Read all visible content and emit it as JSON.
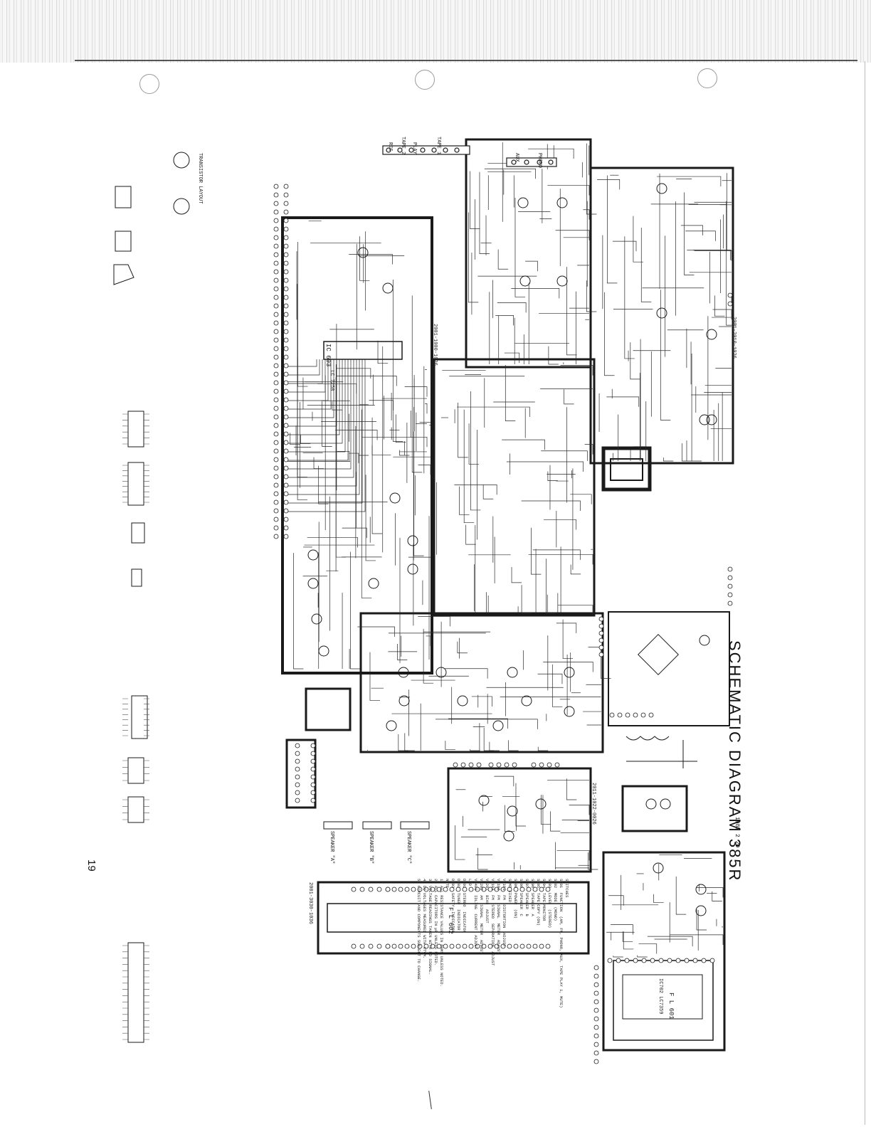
{
  "page": {
    "title": "SCHEMATIC  DIAGRAM  385R",
    "date_code": "1982  2  20",
    "page_number": "19"
  },
  "labels": {
    "tape2": "TAPE 2",
    "tape1": "TAPE 1",
    "rec": "REC",
    "play": "PLAY",
    "aux": "AUX",
    "phono": "PHONO",
    "ic603": "IC 603",
    "ic603_part": "LC 7258",
    "fl602": "F L 602",
    "fl601": "F L 601",
    "ic702": "IC702   LC7359",
    "speaker_a": "SPEAKER \"A\"",
    "speaker_b": "SPEAKER \"B\"",
    "speaker_c": "SPEAKER \"C\"",
    "transistor_layout": "TRANSISTOR LAYOUT",
    "pcb_main": "2001-1000-1026",
    "pcb_sub": "2001-2010-1026",
    "pcb_display": "2001-3030-1036",
    "pcb_power": "2011-1022-0026"
  },
  "notes": {
    "switches_heading": "SWITCHES",
    "switches": "S601  FUNCTION  (AM, FM, PHONO, AUX, TAPE PLAY 1, MUTE)\nS602  MODE  (MONO)\nS603  LEVEL  (STEREO)\nS604  TAPE MONITOR\nS605  TAPE COPY (ON)\nS606  SPEAKER  A\nS607  SPEAKER  B\nS608  SPEAKER  C\nS609  POWER  (ON)",
    "adjust_heading": "SEMI FIXED",
    "adjust": "VR101  FM  DISTORTION  ADJUST\nVR102  FM  SIGNAL  METER  ADJUST\nVR103  FM  STEREO  SEPARATION  ADJUST\nVR201  BIAS  ADJUST\nVR202  AM  SIGNAL  METER  ADJUST\nVR401  IDLING  CURRENT  ADJUST",
    "led_heading": "LED",
    "led": "D401  STEREO  INDICATOR\nD402  TUNED  INDICATOR\nD403  SAFETY  INDICATOR",
    "note_heading": "NOTE",
    "note": "1. ALL RESISTANCE VALUES IN OHMS UNLESS NOTED.\n2. ALL CAPACITORS IN µF UNLESS NOTED.\n3. VOLTAGE READINGS TAKEN WITH NO SIGNAL.\n4. DC VOLTAGES MEASURED WITH VTVM.\n5. CIRCUIT AND COMPONENTS SUBJECT TO CHANGE."
  }
}
